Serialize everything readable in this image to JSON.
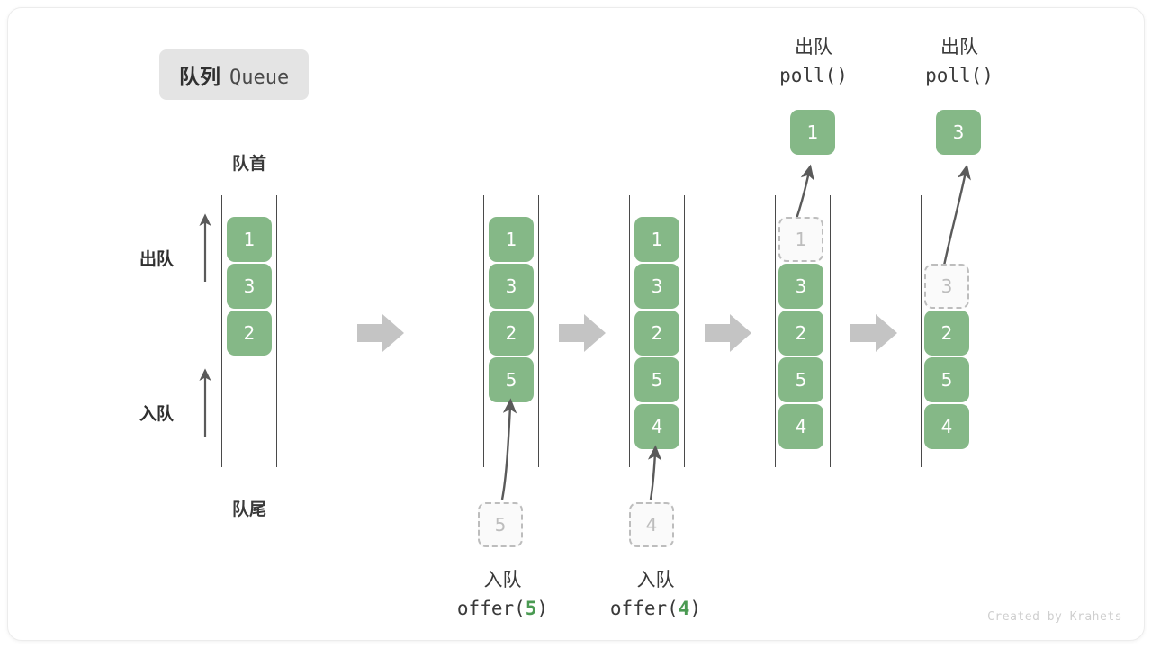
{
  "title": {
    "cn": "队列",
    "en": "Queue"
  },
  "labels": {
    "head": "队首",
    "tail": "队尾",
    "dequeue_side": "出队",
    "enqueue_side": "入队"
  },
  "credit": "Created by Krahets",
  "colors": {
    "element_green": "#85b887",
    "ghost_border": "#bdbdbd",
    "ghost_fill": "#fafafa",
    "ghost_text": "#bdbdbd",
    "rail": "#4a4a4a",
    "step_arrow": "#c4c4c4",
    "badge_bg": "#e4e4e4",
    "accent_text": "#4a9a52"
  },
  "stages": [
    {
      "name": "initial",
      "items": [
        "1",
        "3",
        "2"
      ],
      "ghost_top": null,
      "ghost_bottom": null,
      "popped": null,
      "caption": null
    },
    {
      "name": "after-offer-5",
      "items": [
        "1",
        "3",
        "2",
        "5"
      ],
      "ghost_top": null,
      "ghost_bottom": "5",
      "popped": null,
      "caption": {
        "cn": "入队",
        "fn": "offer(",
        "arg": "5",
        "close": ")"
      }
    },
    {
      "name": "after-offer-4",
      "items": [
        "1",
        "3",
        "2",
        "5",
        "4"
      ],
      "ghost_top": null,
      "ghost_bottom": "4",
      "popped": null,
      "caption": {
        "cn": "入队",
        "fn": "offer(",
        "arg": "4",
        "close": ")"
      }
    },
    {
      "name": "after-poll-1",
      "items": [
        "3",
        "2",
        "5",
        "4"
      ],
      "ghost_top": "1",
      "ghost_bottom": null,
      "popped": "1",
      "caption": {
        "cn": "出队",
        "fn": "poll(",
        "arg": "",
        "close": ")"
      }
    },
    {
      "name": "after-poll-3",
      "items": [
        "2",
        "5",
        "4"
      ],
      "ghost_top": "3",
      "ghost_bottom": null,
      "popped": "3",
      "caption": {
        "cn": "出队",
        "fn": "poll(",
        "arg": "",
        "close": ")"
      }
    }
  ],
  "step_arrows": [
    {
      "name": "step-arrow-1"
    },
    {
      "name": "step-arrow-2"
    },
    {
      "name": "step-arrow-3"
    },
    {
      "name": "step-arrow-4"
    }
  ]
}
